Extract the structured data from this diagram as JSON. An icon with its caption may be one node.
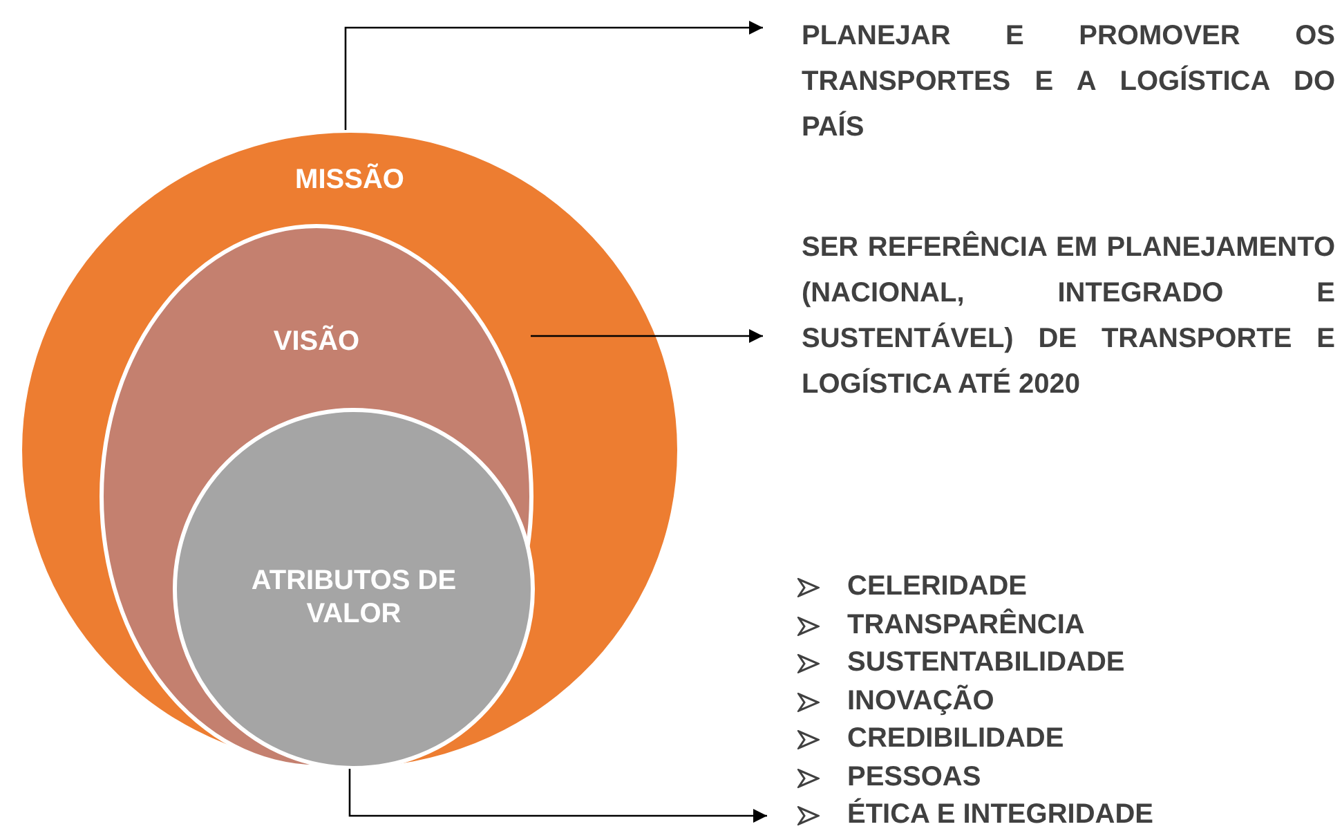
{
  "diagram": {
    "nodes": [
      {
        "text": [
          "MISSÃO"
        ]
      },
      {
        "text": [
          "VISÃO"
        ],
        "in": 0
      },
      {
        "text": [
          "ATRIBUTOS DE VALOR"
        ],
        "in": 1
      },
      {
        "text": [
          "PLANEJAR E PROMOVER OS TRANSPORTES E A LOGÍSTICA DO PAÍS"
        ]
      },
      {
        "text": [
          "SER REFERÊNCIA EM PLANEJAMENTO (NACIONAL, INTEGRADO E SUSTENTÁVEL) DE TRANSPORTE E LOGÍSTICA ATÉ 2020"
        ]
      },
      {
        "text": [
          "CELERIDADE",
          "TRANSPARÊNCIA",
          "SUSTENTABILIDADE",
          "INOVAÇÃO",
          "CREDIBILIDADE",
          "PESSOAS",
          "ÉTICA E INTEGRIDADE"
        ]
      }
    ],
    "edges": [
      {
        "from": 0,
        "to": 3,
        "arrow": "to"
      },
      {
        "from": 1,
        "to": 4,
        "arrow": "to"
      },
      {
        "from": 2,
        "to": 5,
        "arrow": "to"
      }
    ]
  }
}
